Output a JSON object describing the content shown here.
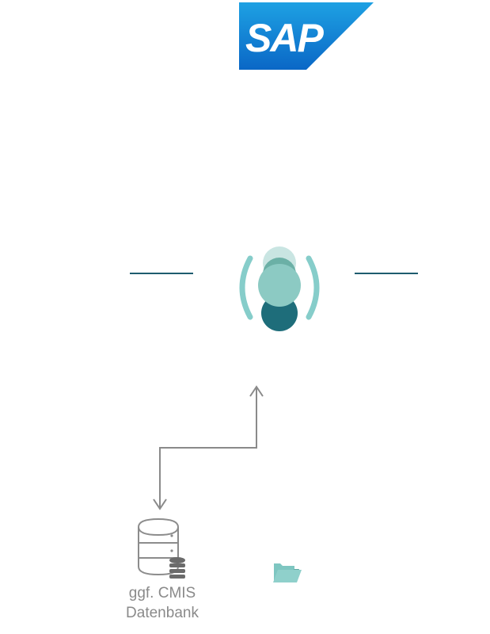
{
  "logo": {
    "text": "SAP",
    "registered_mark": "®",
    "colors": {
      "gradient_top": "#1ea1e3",
      "gradient_bottom": "#0a67c6",
      "text": "#ffffff"
    }
  },
  "center_symbol": {
    "icon": "connector-icon",
    "colors": {
      "light": "#c9e5e2",
      "mid": "#7ec6c1",
      "dark": "#1e6d7a",
      "bracket": "#86cdca",
      "line": "#1e5c6e"
    }
  },
  "database": {
    "icon": "database-icon",
    "label_line1": "ggf. CMIS",
    "label_line2": "Datenbank",
    "colors": {
      "stroke": "#8c8c8c",
      "small_stack": "#6b6b6b"
    }
  },
  "folder": {
    "icon": "folder-open-icon",
    "color": "#7ec6c1"
  },
  "arrow": {
    "color": "#8a8a8a"
  }
}
